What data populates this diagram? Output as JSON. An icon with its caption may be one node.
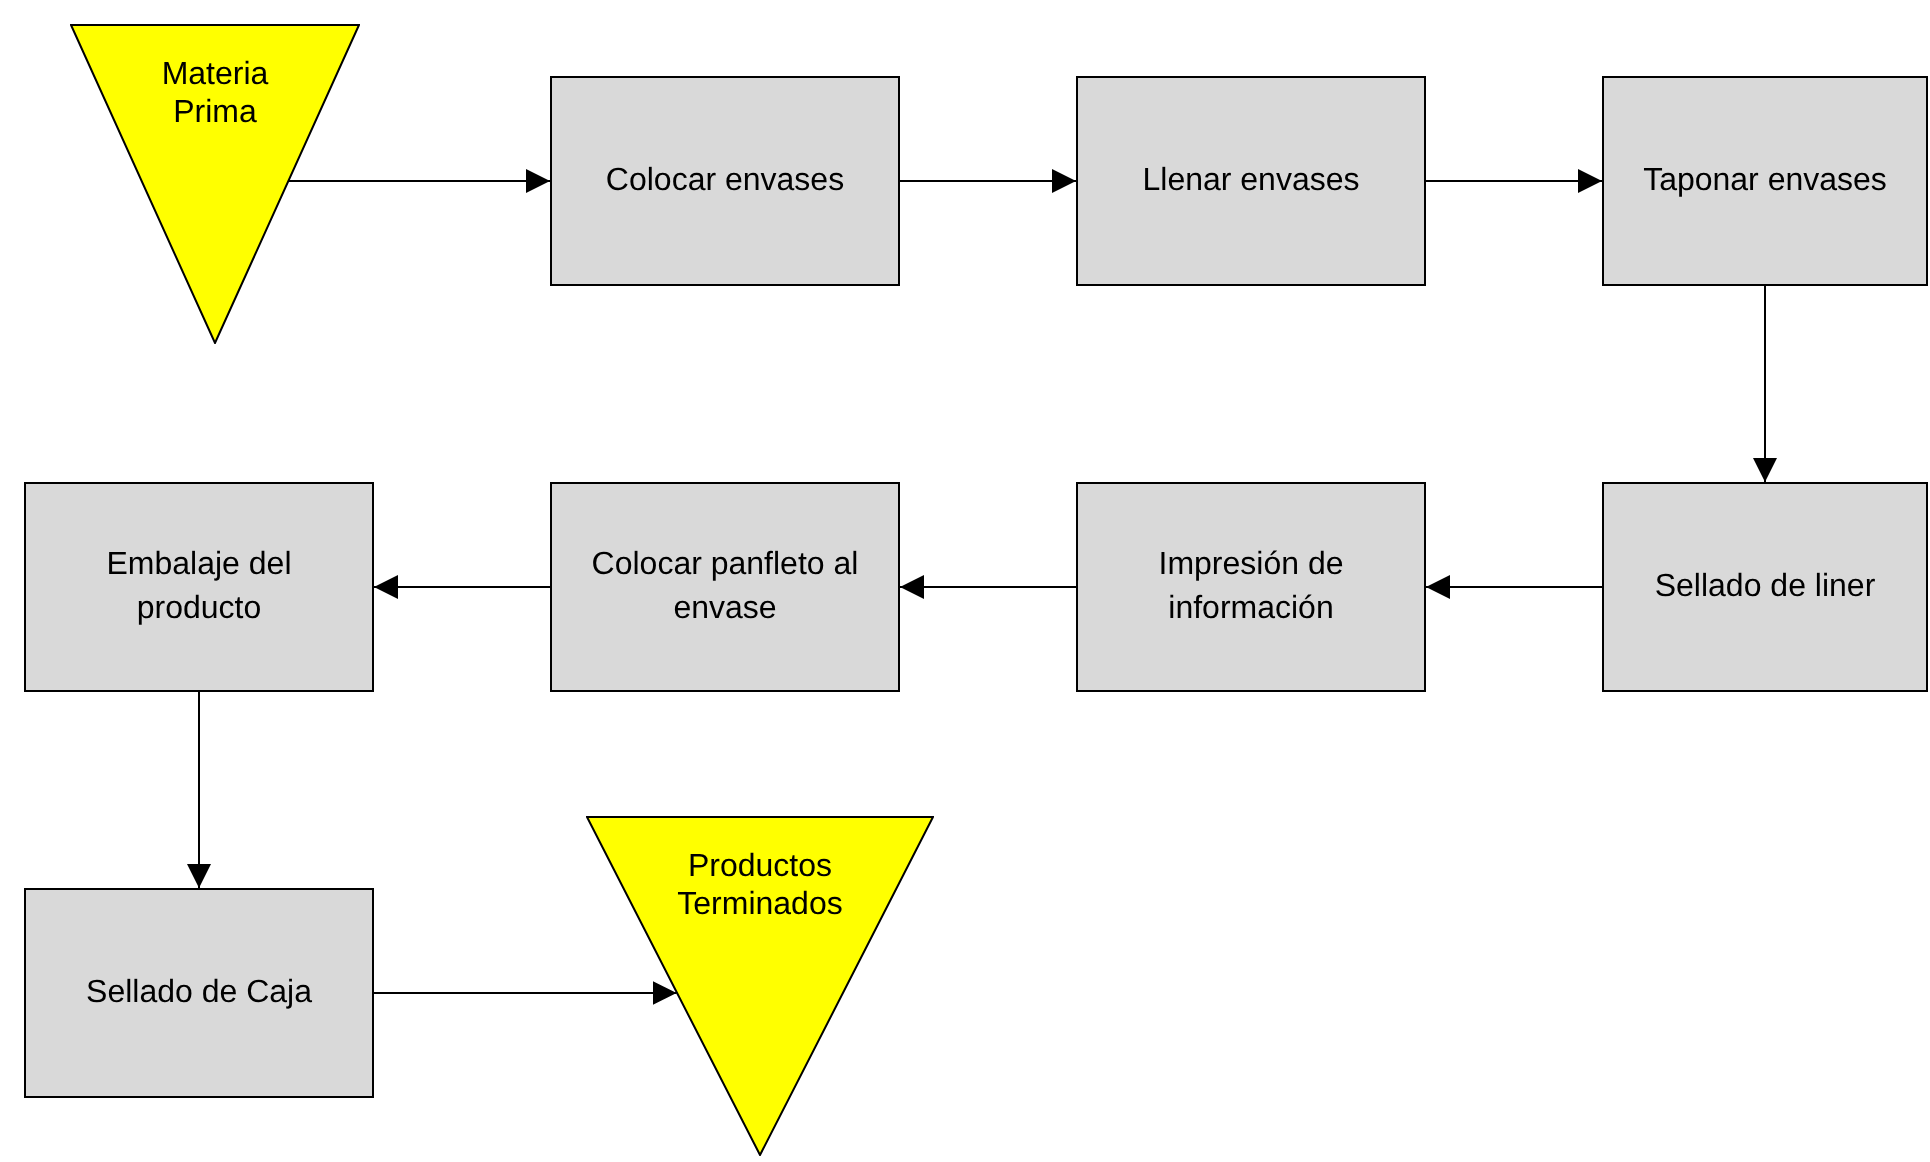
{
  "diagram": {
    "nodes": [
      {
        "text": [
          "Materia Prima"
        ]
      },
      {
        "text": [
          "Colocar envases"
        ]
      },
      {
        "text": [
          "Llenar envases"
        ]
      },
      {
        "text": [
          "Taponar envases"
        ]
      },
      {
        "text": [
          "Sellado de liner"
        ]
      },
      {
        "text": [
          "Impresión de información"
        ]
      },
      {
        "text": [
          "Colocar panfleto al envase"
        ]
      },
      {
        "text": [
          "Embalaje del producto"
        ]
      },
      {
        "text": [
          "Sellado de Caja"
        ]
      },
      {
        "text": [
          "Productos Terminados"
        ]
      }
    ],
    "edges": [
      {
        "from": 0,
        "to": 1,
        "arrow": "to"
      },
      {
        "from": 1,
        "to": 2,
        "arrow": "to"
      },
      {
        "from": 2,
        "to": 3,
        "arrow": "to"
      },
      {
        "from": 3,
        "to": 4,
        "arrow": "to"
      },
      {
        "from": 4,
        "to": 5,
        "arrow": "to"
      },
      {
        "from": 5,
        "to": 6,
        "arrow": "to"
      },
      {
        "from": 6,
        "to": 7,
        "arrow": "to"
      },
      {
        "from": 7,
        "to": 8,
        "arrow": "to"
      },
      {
        "from": 8,
        "to": 9,
        "arrow": "to"
      }
    ]
  }
}
